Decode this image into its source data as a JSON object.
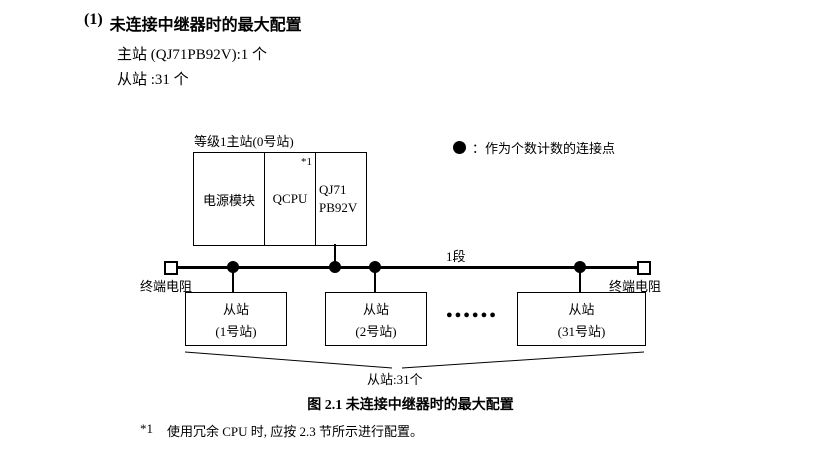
{
  "header": {
    "number": "(1)",
    "title": "未连接中继器时的最大配置",
    "master_line": "主站 (QJ71PB92V):1 个",
    "slave_line": "从站 :31 个"
  },
  "diagram": {
    "master_label": "等级1主站(0号站)",
    "master": {
      "cells": [
        "电源模块",
        "QCPU",
        "QJ71",
        "PB92V"
      ],
      "note": "*1"
    },
    "legend": "：作为个数计数的连接点",
    "segment_label": "1段",
    "terminator_left": "终端电阻",
    "terminator_right": "终端电阻",
    "slaves": [
      {
        "name": "从站",
        "station": "(1号站)"
      },
      {
        "name": "从站",
        "station": "(2号站)"
      },
      {
        "name": "从站",
        "station": "(31号站)"
      }
    ],
    "ellipsis": "●●●●●●",
    "slave_count_label": "从站:31个"
  },
  "caption": "图 2.1 未连接中继器时的最大配置",
  "footnote": {
    "marker": "*1",
    "text": "使用冗余 CPU 时, 应按 2.3 节所示进行配置。"
  }
}
